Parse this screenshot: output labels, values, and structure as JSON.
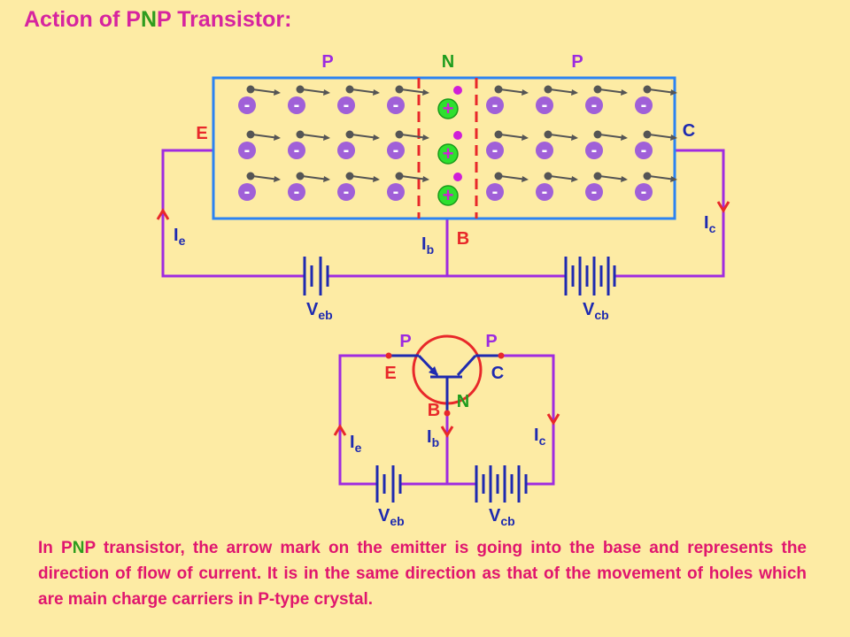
{
  "title": {
    "prefix": "Action of ",
    "p1": "P",
    "n": "N",
    "p2": "P",
    "suffix": " Transistor:"
  },
  "top_diagram": {
    "region_labels": [
      "P",
      "N",
      "P"
    ],
    "terminal_emitter": "E",
    "terminal_collector": "C",
    "terminal_base": "B",
    "electron_symbol": "-",
    "hole_symbol": "+",
    "current_emitter": {
      "main": "I",
      "sub": "e"
    },
    "current_base": {
      "main": "I",
      "sub": "b"
    },
    "current_collector": {
      "main": "I",
      "sub": "c"
    },
    "battery_eb": {
      "main": "V",
      "sub": "eb"
    },
    "battery_cb": {
      "main": "V",
      "sub": "cb"
    }
  },
  "bottom_diagram": {
    "label_p_left": "P",
    "label_p_right": "P",
    "label_n": "N",
    "terminal_emitter": "E",
    "terminal_collector": "C",
    "terminal_base": "B",
    "current_emitter": {
      "main": "I",
      "sub": "e"
    },
    "current_base": {
      "main": "I",
      "sub": "b"
    },
    "current_collector": {
      "main": "I",
      "sub": "c"
    },
    "battery_eb": {
      "main": "V",
      "sub": "eb"
    },
    "battery_cb": {
      "main": "V",
      "sub": "cb"
    }
  },
  "description": {
    "part1": "In ",
    "p1": "P",
    "n": "N",
    "p2": "P",
    "part2": " transistor, the arrow mark on the emitter is going into the base and represents the direction of flow of current.  It is in the same direction as that of the movement of holes  which are main charge carriers in P-type crystal."
  },
  "colors": {
    "background": "#fdeba4",
    "crystal": "#2b83f2",
    "wire": "#a02be0",
    "electron": "#a060d8",
    "hole": "#2ee02e",
    "junction": "#e8282a",
    "label_red": "#e8282a",
    "label_purple": "#9c2ae0",
    "label_green": "#1e9c1e",
    "arrow_red": "#e8282a"
  }
}
